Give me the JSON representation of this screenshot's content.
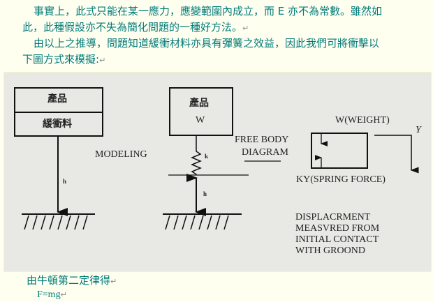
{
  "paragraphs": [
    {
      "line1": "事實上，此式只能在某一應力，應變範圍內成立，而 E 亦不為常數。雖然如",
      "line2": "此，此種假設亦不失為簡化問題的一種好方法。"
    },
    {
      "line1": "由以上之推導，問題知道緩衝材料亦具有彈簧之效益，因此我們可將衝擊以",
      "line2": "下圖方式來模擬:"
    }
  ],
  "paragraph_mark": "↵",
  "figure": {
    "left_box_top": "產品",
    "left_box_bottom": "緩衝料",
    "h_left": "h",
    "modeling": "MODELING",
    "mid_box_line1": "產品",
    "mid_box_line2": "W",
    "k": "k",
    "h_mid": "h",
    "fbd_line1": "FREE BODY",
    "fbd_line2": "DIAGRAM",
    "weight": "W(WEIGHT)",
    "y_axis": "Y",
    "spring_force": "KY(SPRING FORCE)",
    "displacement": [
      "DISPLACRMENT",
      "MEASVRED FROM",
      "INITIAL CONTACT",
      "WITH GROOND"
    ]
  },
  "after": {
    "line1": "由牛頓第二定律得",
    "formula": "F=mg"
  }
}
